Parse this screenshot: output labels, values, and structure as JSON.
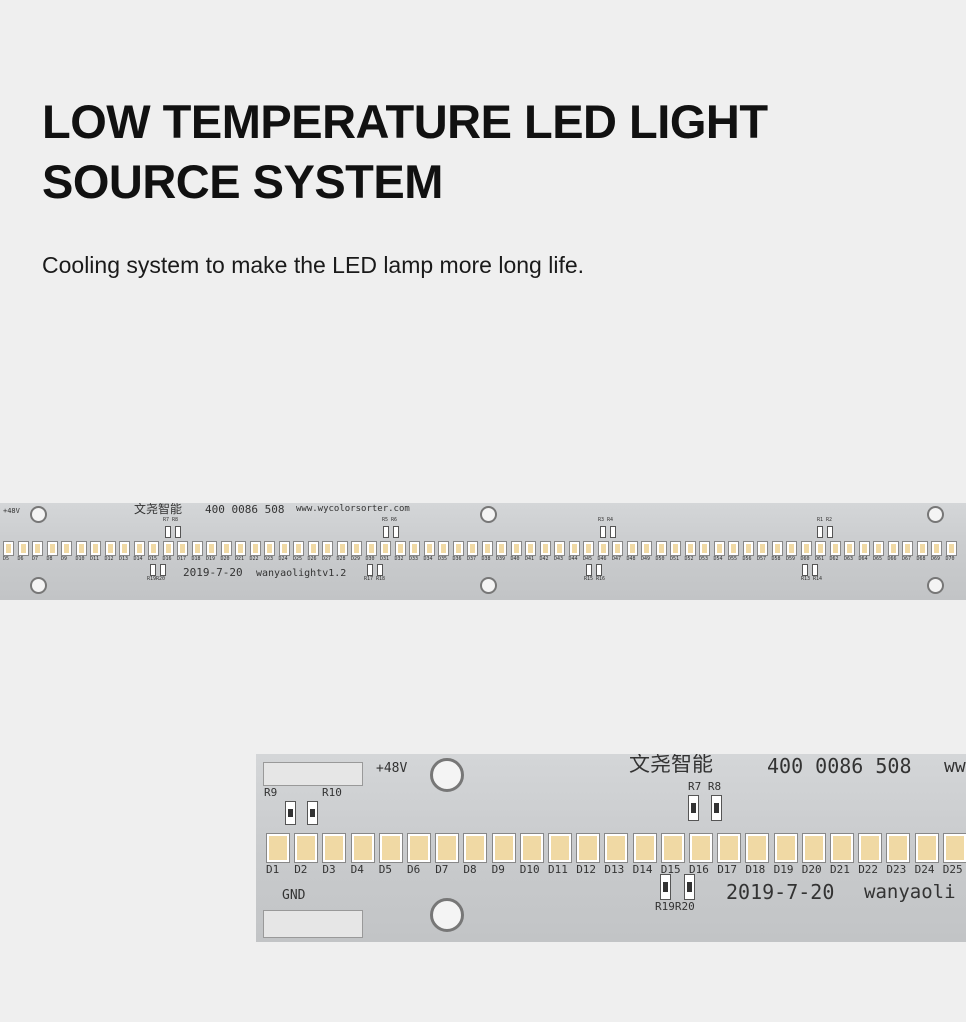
{
  "heading": {
    "title": "LOW TEMPERATURE LED LIGHT SOURCE SYSTEM",
    "subtitle": "Cooling system to make the LED lamp more long life."
  },
  "strip1": {
    "voltage": "+48V",
    "brand": "文尧智能",
    "phone": "400 0086 508",
    "website": "www.wycolorsorter.com",
    "date": "2019-7-20",
    "model": "wanyaolightv1.2",
    "led_prefix": "D",
    "led_first": 5,
    "led_last": 70,
    "resistors": [
      "R7 R8",
      "R5 R6",
      "R3 R4",
      "R1 R2",
      "R19R20",
      "R17 R18",
      "R15 R16",
      "R13 R14"
    ]
  },
  "strip2": {
    "voltage": "+48V",
    "gnd": "GND",
    "brand": "文尧智能",
    "phone": "400 0086 508",
    "website_partial": "ww",
    "date": "2019-7-20",
    "model_partial": "wanyaoli",
    "led_prefix": "D",
    "led_first": 1,
    "led_last": 25,
    "resistors": [
      "R9",
      "R10",
      "R7 R8",
      "R19R20"
    ]
  }
}
